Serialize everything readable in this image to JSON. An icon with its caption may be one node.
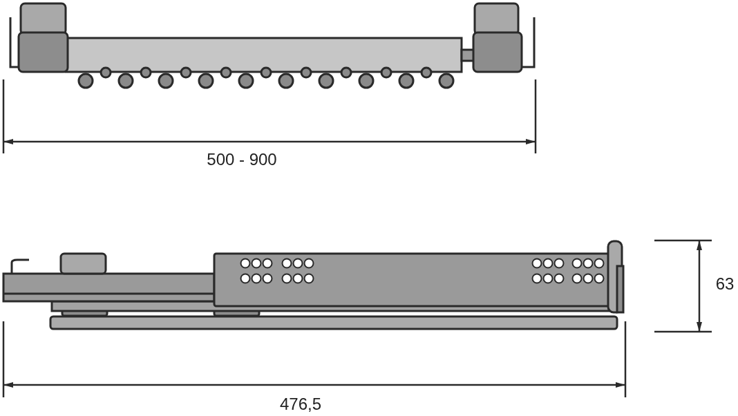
{
  "diagram": {
    "labels": [
      "500 - 900",
      "63",
      "476,5"
    ]
  }
}
